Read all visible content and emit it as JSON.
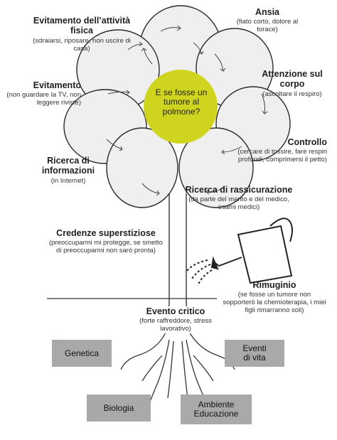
{
  "center": {
    "text": "E se fosse un tumore al polmone?"
  },
  "labels": {
    "evitamento_attivita": {
      "title": "Evitamento dell’attività fisica",
      "desc": "(sdraiarsi, riposare, non uscire di casa)"
    },
    "ansia": {
      "title": "Ansia",
      "desc": "(fiato corto, dolore al torace)"
    },
    "evitamento": {
      "title": "Evitamento",
      "desc": "(non guardare la TV, non leggere riviste)"
    },
    "attenzione": {
      "title": "Attenzione sul corpo",
      "desc": "(ascoltare il respiro)"
    },
    "controllo": {
      "title": "Controllo",
      "desc": "(cercare di tossire, fare respiri profondi, comprimersi il petto)"
    },
    "ricerca_info": {
      "title": "Ricerca di informazioni",
      "desc": "(in Internet)"
    },
    "ricerca_rassicurazione": {
      "title": "Ricerca di rassicurazione",
      "desc": "(da parte del marito e del medico, esami medici)"
    },
    "credenze": {
      "title": "Credenze superstiziose",
      "desc": "(preoccuparmi mi protegge, se smetto di preoccuparmi non sarò pronta)"
    },
    "rimuginio": {
      "title": "Rimuginio",
      "desc": "(se fosse un tumore non sopporterò la chemioterapia, i miei figli rimarranno soli)"
    },
    "evento_critico": {
      "title": "Evento critico",
      "desc": "(forte raffreddore, stress lavorativo)"
    }
  },
  "roots": {
    "genetica": "Genetica",
    "eventi": "Eventi di vita",
    "biologia": "Biologia",
    "ambiente": "Ambiente Educazione"
  },
  "colors": {
    "center": "#cfd41f",
    "petal": "#efefef",
    "stroke": "#2a2a2a",
    "box": "#a9a9a9"
  },
  "icons": [
    "watering-can-icon",
    "flower-icon"
  ]
}
